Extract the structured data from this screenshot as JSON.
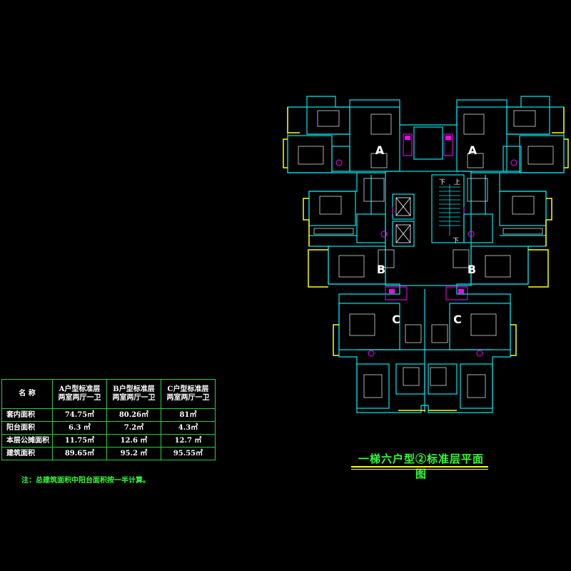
{
  "drawing": {
    "title": "一梯六户型②标准层平面图",
    "unit_labels": [
      "A",
      "A",
      "B",
      "B",
      "C",
      "C"
    ],
    "stair_labels": {
      "up": "上",
      "down": "下",
      "down2": "下"
    },
    "colors": {
      "background": "#000000",
      "walls": "#00e5ee",
      "balcony": "#ffff00",
      "furniture": "#d9d9d9",
      "fixtures": "#ff00ff",
      "title": "#33ff33",
      "table_lines": "#2ecc40"
    }
  },
  "area_table": {
    "header": {
      "name": "名    称",
      "a1": "A户型标准层",
      "a2": "两室两厅一卫",
      "b1": "B户型标准层",
      "b2": "两室两厅一卫",
      "c1": "C户型标准层",
      "c2": "两室两厅一卫"
    },
    "rows": [
      {
        "label": "套内面积",
        "a": "74.75㎡",
        "b": "80.26㎡",
        "c": "81㎡"
      },
      {
        "label": "阳台面积",
        "a": "6.3  ㎡",
        "b": "7.2㎡",
        "c": "4.3㎡"
      },
      {
        "label": "本层公摊面积",
        "a": "11.75㎡",
        "b": "12.6 ㎡",
        "c": "12.7 ㎡"
      },
      {
        "label": "建筑面积",
        "a": "89.65㎡",
        "b": "95.2 ㎡",
        "c": "95.55㎡"
      }
    ],
    "note": "注：总建筑面积中阳台面积按一半计算。"
  }
}
